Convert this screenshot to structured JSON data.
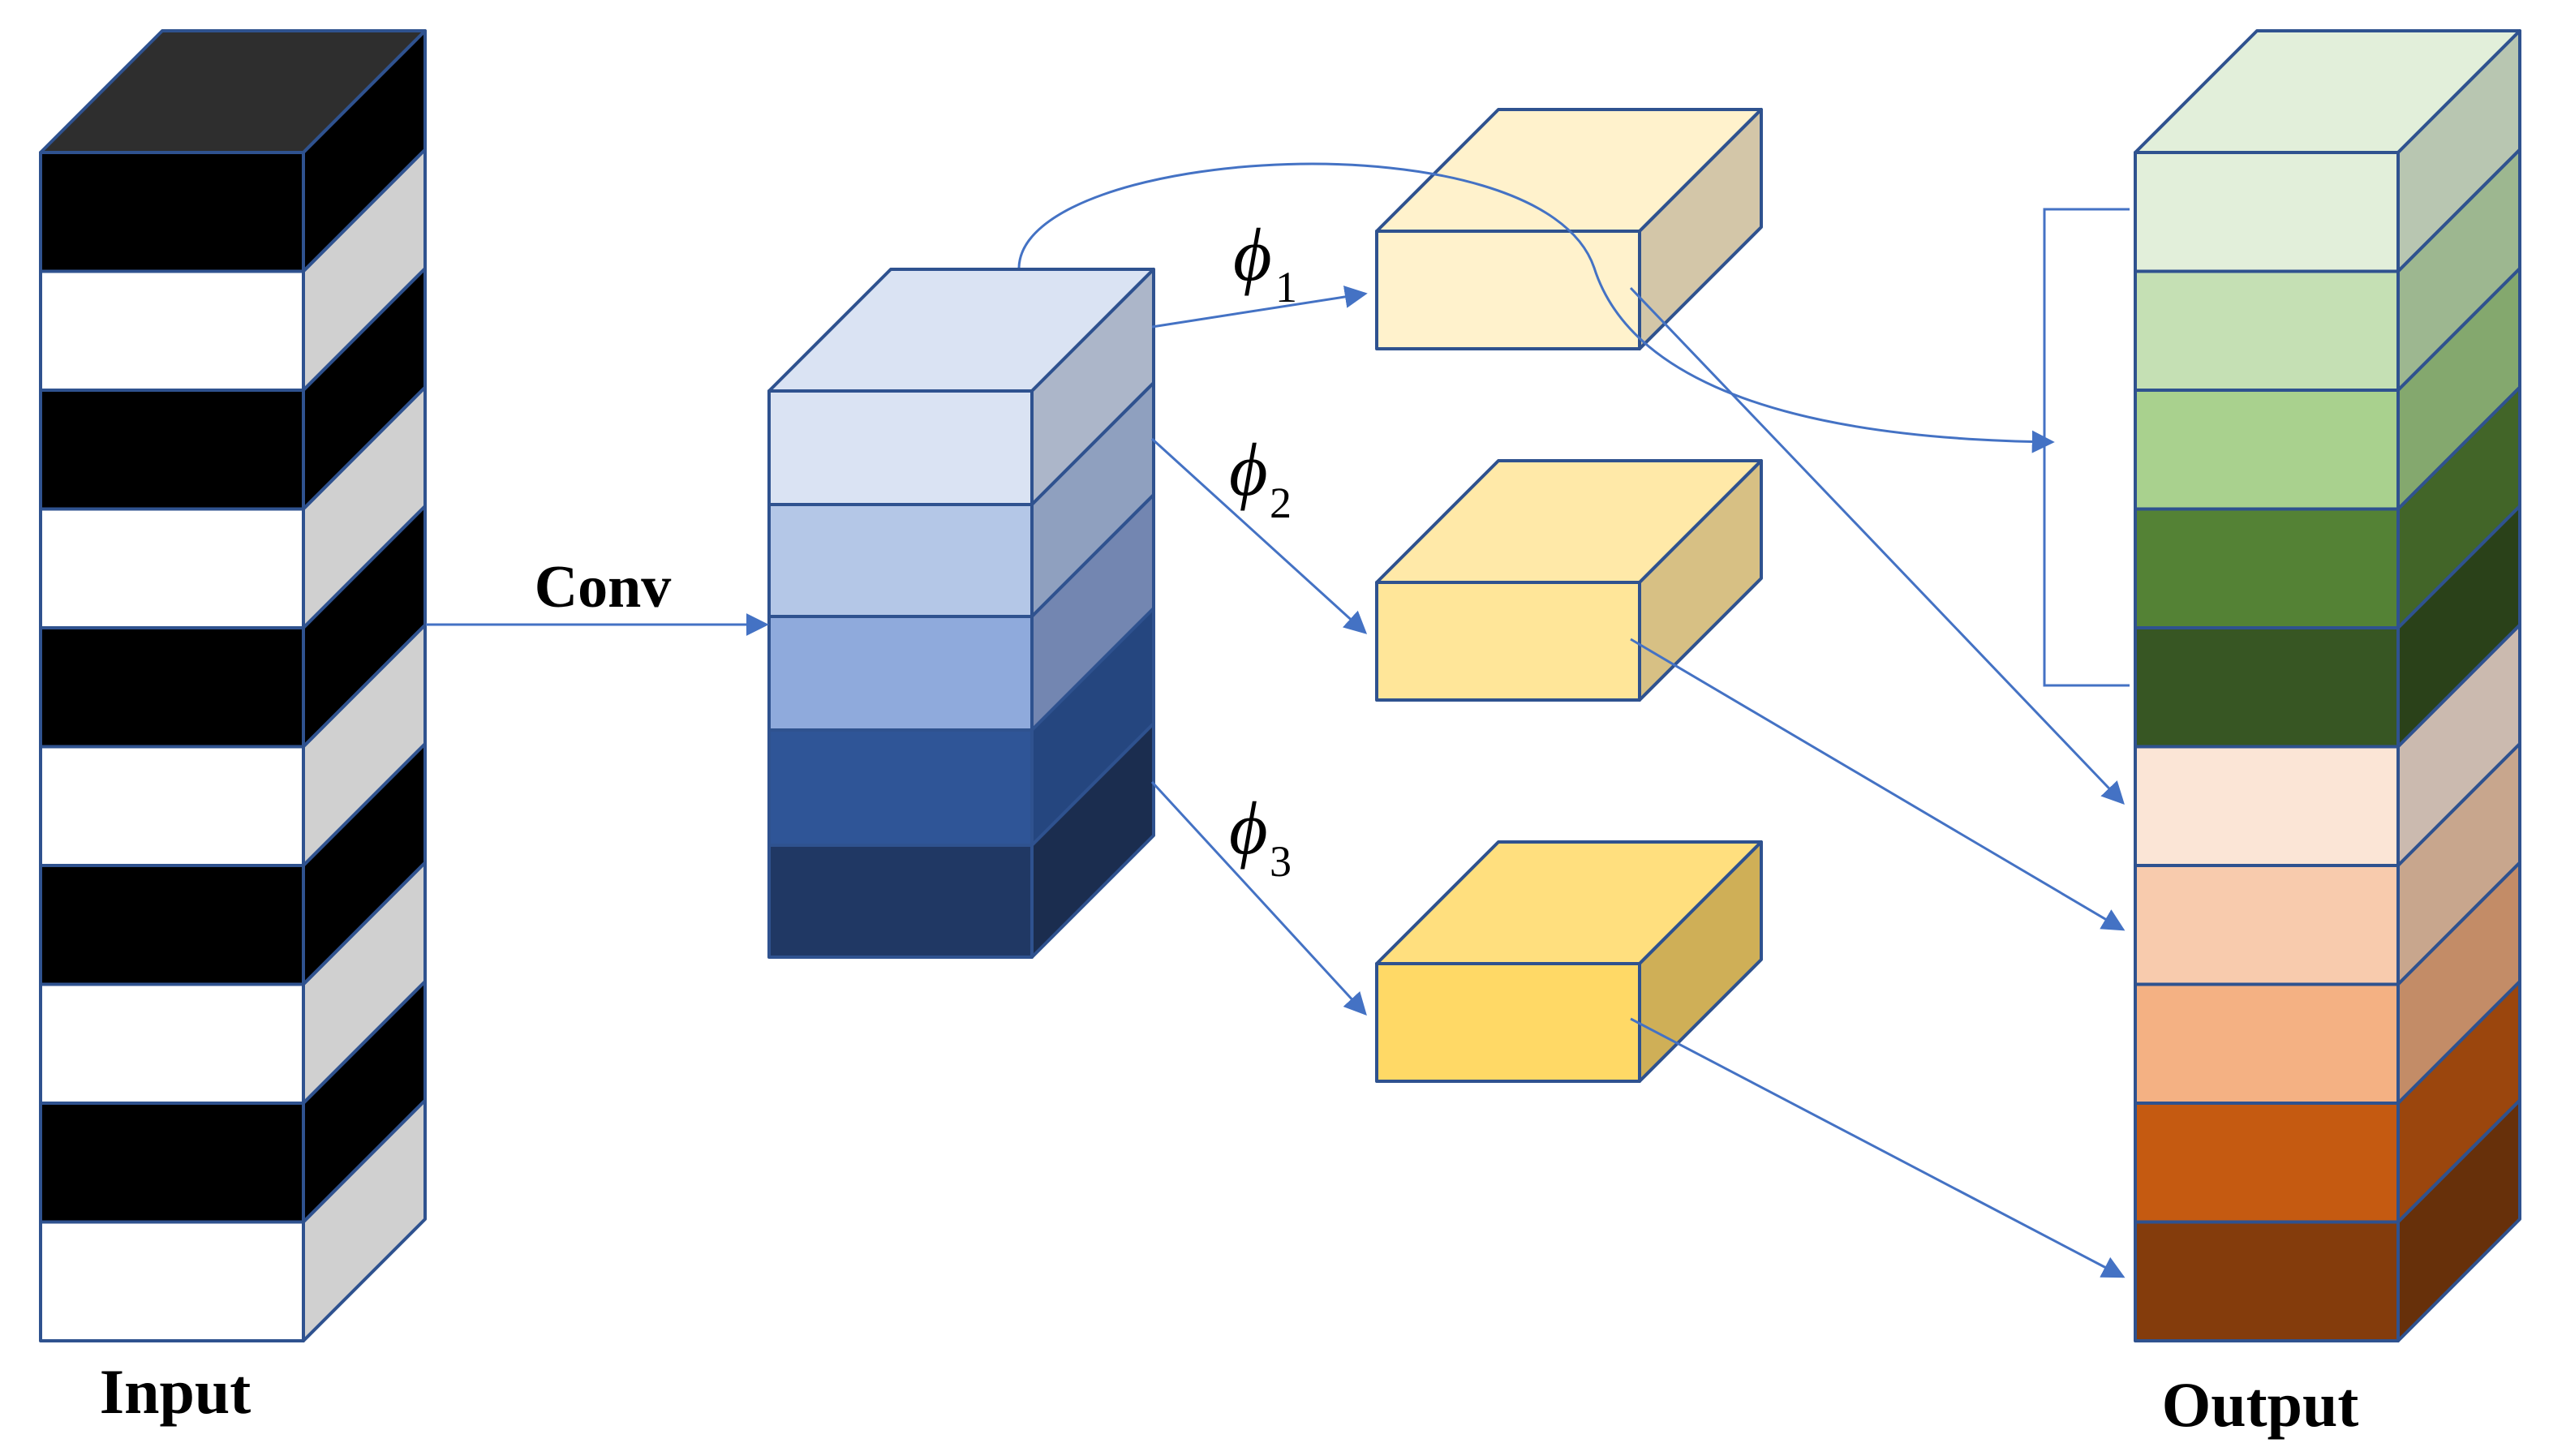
{
  "labels": {
    "input": "Input",
    "conv": "Conv",
    "output": "Output",
    "phi_symbol": "ϕ",
    "phi_1_sub": "1",
    "phi_2_sub": "2",
    "phi_3_sub": "3"
  },
  "colors": {
    "stroke": "#2f528f",
    "arrow": "#4472c4",
    "input_black": "#000000",
    "input_black_top": "#2e2e2e",
    "input_white": "#ffffff",
    "input_white_side": "#d0d0d0",
    "conv_layers": [
      "#dae3f3",
      "#b4c7e7",
      "#8faadc",
      "#2f5597",
      "#203864"
    ],
    "conv_side": [
      "#acb6c9",
      "#8fa0bf",
      "#7386b1",
      "#25467f",
      "#1b2d4f"
    ],
    "conv_top": "#dae3f3",
    "phi1_front": "#fff2cc",
    "phi1_top": "#fff2cc",
    "phi1_side": "#d3c6a8",
    "phi2_front": "#ffe699",
    "phi2_top": "#ffe9a8",
    "phi2_side": "#d7c084",
    "phi3_front": "#ffd966",
    "phi3_top": "#ffdf7e",
    "phi3_side": "#cfaf57",
    "out_top": "#e2efda",
    "out_front": [
      "#e2efda",
      "#c5e0b4",
      "#a9d18e",
      "#548235",
      "#375623",
      "#fbe5d6",
      "#f8cbad",
      "#f4b183",
      "#c55a11",
      "#843c0c"
    ],
    "out_side": [
      "#b8c6b1",
      "#9db790",
      "#84a86e",
      "#426528",
      "#2a4119",
      "#cbbaaf",
      "#c8a68d",
      "#c38c67",
      "#9b460d",
      "#67300a"
    ]
  },
  "structure": {
    "input_layers": 10,
    "conv_layers": 5,
    "output_layers": 10
  }
}
